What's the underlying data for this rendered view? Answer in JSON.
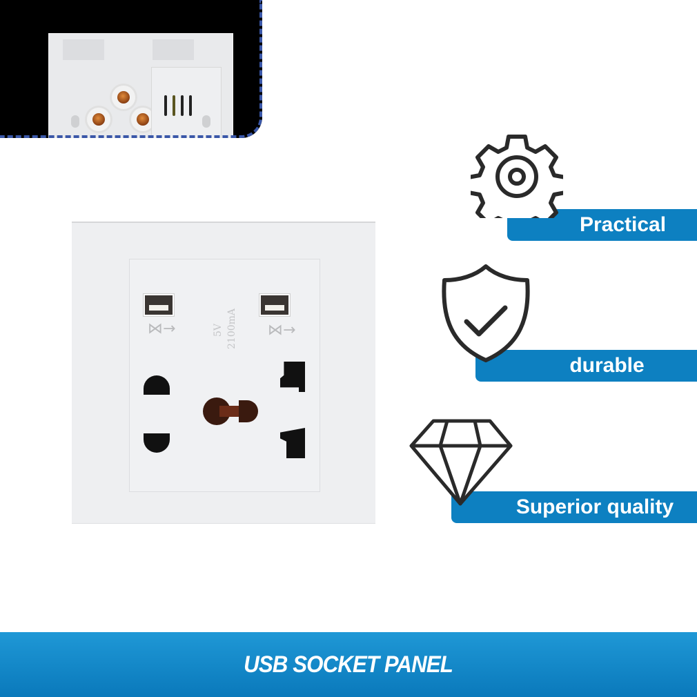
{
  "inset": {
    "description": "rear view of socket panel",
    "border_color": "#3a57a8"
  },
  "panel": {
    "rating_voltage": "5V",
    "rating_current": "2100mA",
    "usb_ports": [
      {
        "icon": "usb-icon"
      },
      {
        "icon": "usb-icon"
      }
    ]
  },
  "features": [
    {
      "icon": "gear-icon",
      "label": "Practical"
    },
    {
      "icon": "shield-check-icon",
      "label": "durable"
    },
    {
      "icon": "diamond-icon",
      "label": "Superior quality"
    }
  ],
  "footer": {
    "title": "USB SOCKET PANEL"
  },
  "colors": {
    "accent_blue": "#0d80c1",
    "footer_gradient_top": "#1f98d6",
    "footer_gradient_bottom": "#0a79bb",
    "icon_stroke": "#2a2a2a"
  }
}
